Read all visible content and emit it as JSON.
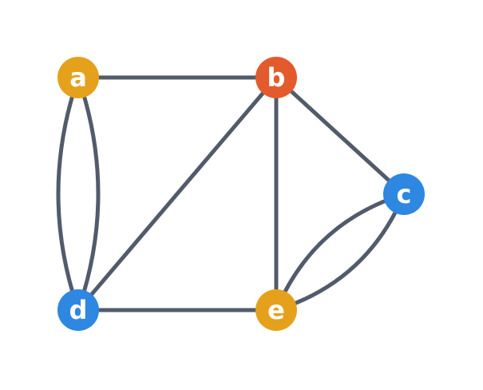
{
  "graph": {
    "edge_color": "#525b6b",
    "label_color": "#ffffff",
    "nodes": [
      {
        "id": "a",
        "label": "a",
        "color": "#e5a11c"
      },
      {
        "id": "b",
        "label": "b",
        "color": "#e35b2c"
      },
      {
        "id": "c",
        "label": "c",
        "color": "#2e87e0"
      },
      {
        "id": "d",
        "label": "d",
        "color": "#2e87e0"
      },
      {
        "id": "e",
        "label": "e",
        "color": "#e5a11c"
      }
    ],
    "edges": [
      {
        "source": "a",
        "target": "b"
      },
      {
        "source": "a",
        "target": "d"
      },
      {
        "source": "a",
        "target": "d"
      },
      {
        "source": "b",
        "target": "d"
      },
      {
        "source": "b",
        "target": "e"
      },
      {
        "source": "b",
        "target": "c"
      },
      {
        "source": "d",
        "target": "e"
      },
      {
        "source": "c",
        "target": "e"
      },
      {
        "source": "c",
        "target": "e"
      }
    ]
  }
}
